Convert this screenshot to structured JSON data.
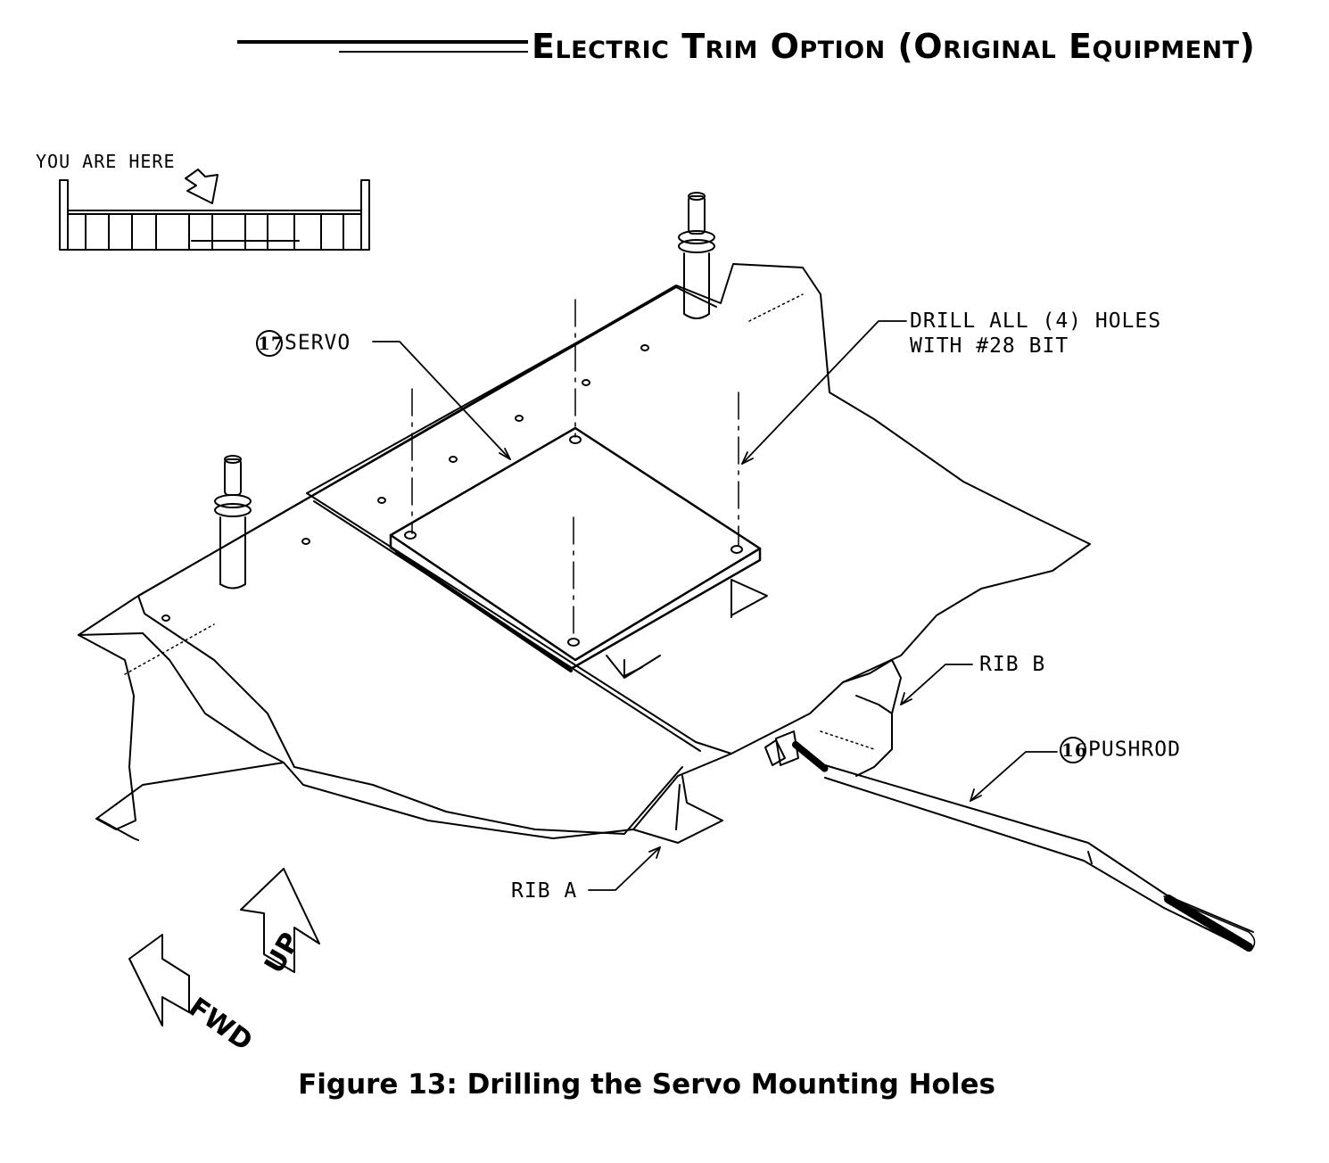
{
  "header": {
    "title": "Electric Trim Option (Original Equipment)"
  },
  "locator": {
    "label": "YOU ARE HERE"
  },
  "callouts": {
    "servo": {
      "number": "17",
      "label": "SERVO"
    },
    "drill": {
      "line1": "DRILL ALL (4) HOLES",
      "line2": "WITH #28 BIT"
    },
    "rib_b": {
      "label": "RIB B"
    },
    "pushrod": {
      "number": "16",
      "label": "PUSHROD"
    },
    "rib_a": {
      "label": "RIB A"
    }
  },
  "direction_arrows": {
    "up": "UP",
    "fwd": "FWD"
  },
  "caption": "Figure 13: Drilling the Servo Mounting Holes",
  "colors": {
    "ink": "#000000",
    "paper": "#ffffff"
  }
}
